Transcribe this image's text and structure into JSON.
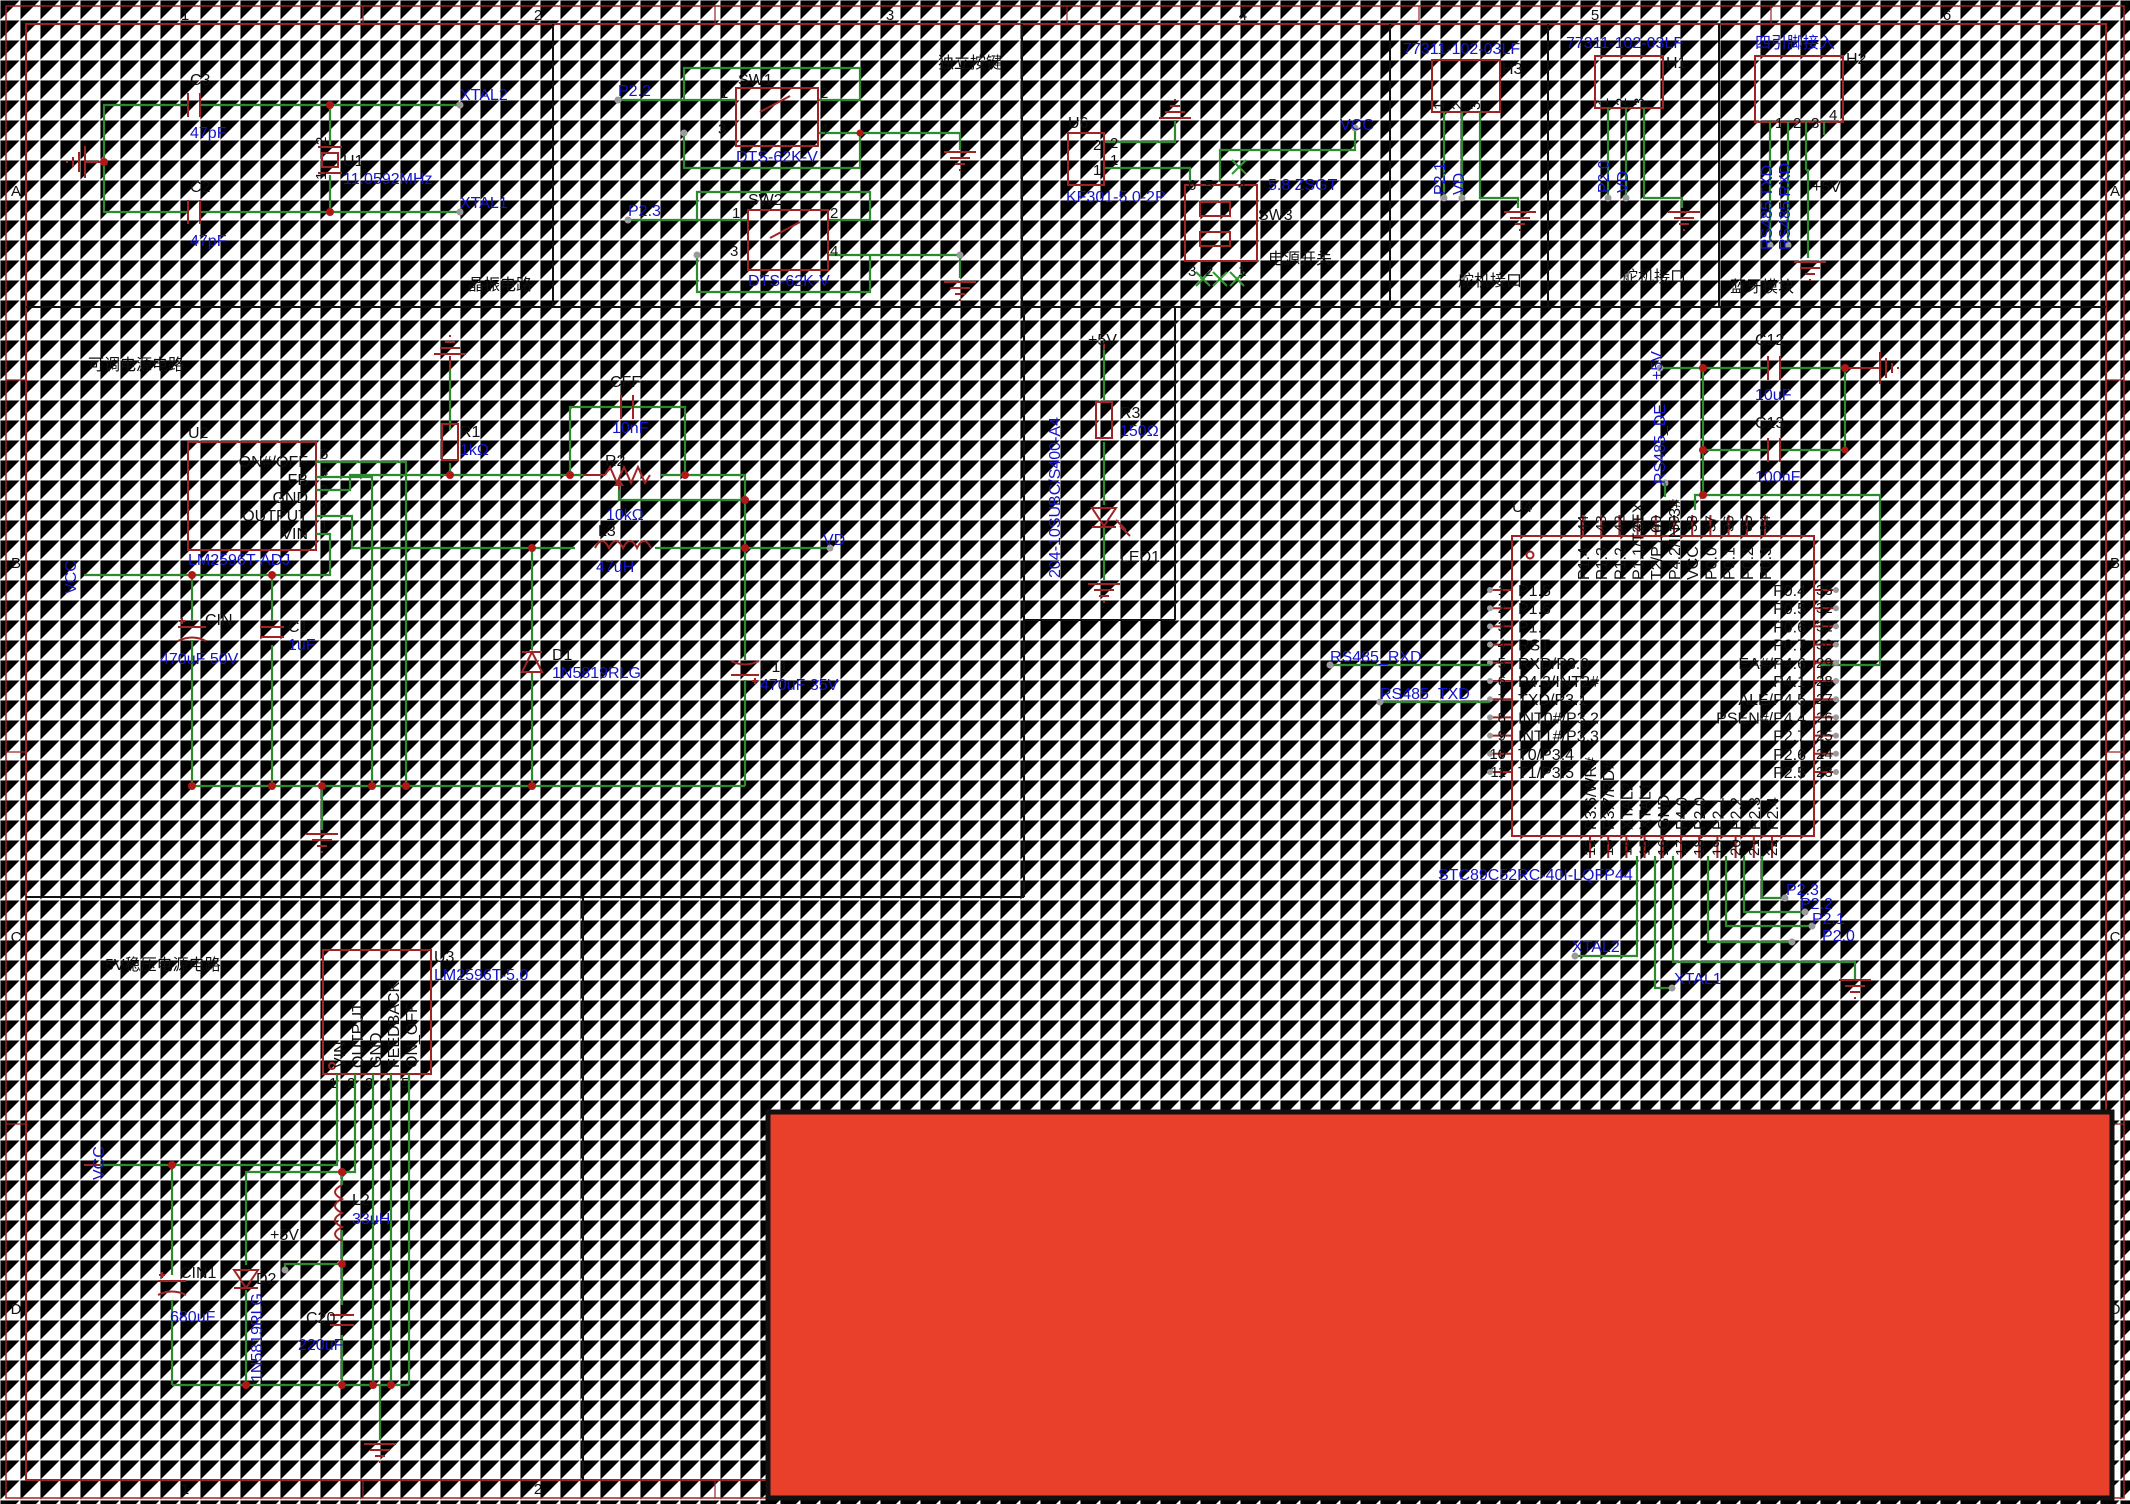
{
  "borders": {
    "top": [
      "1",
      "2",
      "3",
      "4",
      "5",
      "6"
    ],
    "bottom": [
      "1",
      "2"
    ],
    "left": [
      "A",
      "B",
      "C",
      "D"
    ],
    "right": [
      "A",
      "B",
      "C",
      "D"
    ]
  },
  "sections": {
    "crystal": "晶振电路",
    "buttons": "独立按键",
    "power_switch": "电源开关",
    "servo_h3": "舵机接口",
    "servo_h1": "舵机接口",
    "bluetooth": "蓝牙模块",
    "adj_power": "可调电源电路",
    "reg_power": "5V稳压电源电路"
  },
  "parts": {
    "C3": {
      "ref": "C3",
      "val": "47pF"
    },
    "C2": {
      "ref": "C2",
      "val": "47pF"
    },
    "U1": {
      "ref": "U1",
      "val": "11.0592MHz"
    },
    "SW1": {
      "ref": "SW1",
      "val": "DTS-62K-V"
    },
    "SW2": {
      "ref": "SW2",
      "val": "DTS-62K-V"
    },
    "U6": {
      "ref": "U6",
      "val": "KF301-5.0-2P"
    },
    "SW3": {
      "ref": "SW3",
      "val": "5.8 ZSGT"
    },
    "H3": {
      "ref": "H3",
      "val": "77311-102-03LF"
    },
    "H1": {
      "ref": "H1",
      "val": "77311-102-03LF"
    },
    "H2": {
      "ref": "H2",
      "val": "四引脚接入"
    },
    "U2": {
      "ref": "U2",
      "val": "LM2596T-ADJ",
      "pins": [
        "ON#/OFF",
        "FB",
        "GND",
        "OUTPUT",
        "VIN"
      ]
    },
    "R1": {
      "ref": "R1",
      "val": "1kΩ"
    },
    "CFF": {
      "ref": "CFF",
      "val": "10nF"
    },
    "R2": {
      "ref": "R2",
      "val": "10kΩ"
    },
    "L3": {
      "ref": "L3",
      "val": "47uH"
    },
    "CIN": {
      "ref": "CIN",
      "val": "470uF 50V"
    },
    "C1": {
      "ref": "C1",
      "val": "1uF"
    },
    "D1": {
      "ref": "D1",
      "val": "1N5819RLG"
    },
    "C11": {
      "ref": "C11",
      "val": "470uF 35V"
    },
    "R3": {
      "ref": "R3",
      "val": "150Ω"
    },
    "LED1": {
      "ref": "LED1",
      "val": "204-10SUBC/S400-A4"
    },
    "C12": {
      "ref": "C12",
      "val": "10uF"
    },
    "C13": {
      "ref": "C13",
      "val": "100nF"
    },
    "U4": {
      "ref": "U4",
      "val": "STC89C52RC-40I-LQFP44"
    },
    "U3": {
      "ref": "U3",
      "val": "LM2596T-5.0",
      "pins": [
        "VIN",
        "OUTPUT",
        "GND",
        "FEEDBACK",
        "ON_OFF"
      ]
    },
    "L2": {
      "ref": "L2",
      "val": "33uH"
    },
    "CIN1": {
      "ref": "CIN1",
      "val": "680uF"
    },
    "D2": {
      "ref": "D2",
      "val": "1N5819RLG"
    },
    "C20": {
      "ref": "C20",
      "val": "220uF"
    }
  },
  "nets": {
    "XTAL2": "XTAL2",
    "XTAL1": "XTAL1",
    "P22": "P2.2",
    "P23": "P2.3",
    "P21": "P2.1",
    "P20": "P2.0",
    "VCC": "VCC",
    "VD": "VD",
    "P5V": "+5V",
    "RS485_DE": "RS485_DE",
    "RS485_RXD": "RS485_RXD",
    "RS485_TXD": "RS485_TXD",
    "RS485_TXD_SP": "RS485  TXD",
    "RS485_RXD_SP": "RS485  RXD",
    "RS485_TXD_H": "RS485_TXD",
    "RS485_RXD_H": "RS485_RXD"
  },
  "mcu": {
    "left": [
      [
        "1",
        "P1.5"
      ],
      [
        "2",
        "P1.6"
      ],
      [
        "3",
        "P1.7"
      ],
      [
        "4",
        "RST"
      ],
      [
        "5",
        "RXD/P3.0"
      ],
      [
        "6",
        "P4.3/INT2#"
      ],
      [
        "7",
        "TXD/P3.1"
      ],
      [
        "8",
        "INT0#/P3.2"
      ],
      [
        "9",
        "INT1#/P3.3"
      ],
      [
        "10",
        "T0/P3.4"
      ],
      [
        "11",
        "T1/P3.5"
      ]
    ],
    "right": [
      [
        "33",
        "P0.4"
      ],
      [
        "32",
        "P0.5"
      ],
      [
        "31",
        "P0.6"
      ],
      [
        "30",
        "P0.7"
      ],
      [
        "29",
        "EA#/P4.6"
      ],
      [
        "28",
        "P4.1"
      ],
      [
        "27",
        "ALE/P4.5"
      ],
      [
        "26",
        "PSEN#/P4.4"
      ],
      [
        "25",
        "P2.7"
      ],
      [
        "24",
        "P2.6"
      ],
      [
        "23",
        "P2.5"
      ]
    ],
    "top": [
      [
        "44",
        "P1.4"
      ],
      [
        "43",
        "P1.3"
      ],
      [
        "42",
        "P1.2"
      ],
      [
        "41",
        "P1.1/T2EX"
      ],
      [
        "40",
        "T2/P1.0"
      ],
      [
        "39",
        "P4.2/INT3#"
      ],
      [
        "38",
        "VCC"
      ],
      [
        "37",
        "P0.0"
      ],
      [
        "36",
        "P0.1"
      ],
      [
        "35",
        "P0.2"
      ],
      [
        "34",
        "P0.3"
      ]
    ],
    "bottom": [
      [
        "12",
        "P3.6/WR#"
      ],
      [
        "13",
        "P3.7/RD#"
      ],
      [
        "14",
        "XTAL2"
      ],
      [
        "15",
        "XTAL1"
      ],
      [
        "16",
        "GND"
      ],
      [
        "17",
        "P4.0"
      ],
      [
        "18",
        "P2.0"
      ],
      [
        "19",
        "P2.1"
      ],
      [
        "20",
        "P2.2"
      ],
      [
        "21",
        "P2.3"
      ],
      [
        "22",
        "P2.4"
      ]
    ]
  },
  "colors": {
    "wire": "#2e8a2e",
    "part": "#a02424",
    "label": "#1414cc",
    "redaction": "#e8402a"
  }
}
